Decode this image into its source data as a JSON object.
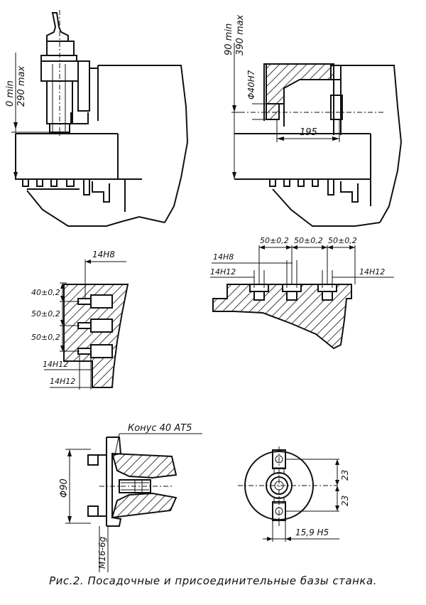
{
  "figure": {
    "caption": "Рис.2. Посадочные и присоединительные базы станка."
  },
  "top_left": {
    "dim_vertical_1": "0 min",
    "dim_vertical_2": "290 max"
  },
  "top_right": {
    "dim_vertical_1": "90 min",
    "dim_vertical_2": "390 max",
    "bore": "Φ40H7",
    "depth": "195"
  },
  "middle_left": {
    "slot_top": "14H8",
    "spacing_1": "40±0,2",
    "spacing_2": "50±0,2",
    "spacing_3": "50±0,2",
    "slot_mid": "14H12",
    "slot_bottom": "14H12"
  },
  "middle_right": {
    "spacing_1": "50±0,2",
    "spacing_2": "50±0,2",
    "spacing_3": "50±0,2",
    "slot_top": "14H8",
    "slot_left": "14H12",
    "slot_right": "14H12"
  },
  "bottom_left": {
    "taper": "Конус 40 АТ5",
    "diameter": "Φ90",
    "thread": "M16-6g"
  },
  "bottom_right": {
    "dim_1": "23",
    "dim_2": "23",
    "key_width": "15,9 H5"
  }
}
